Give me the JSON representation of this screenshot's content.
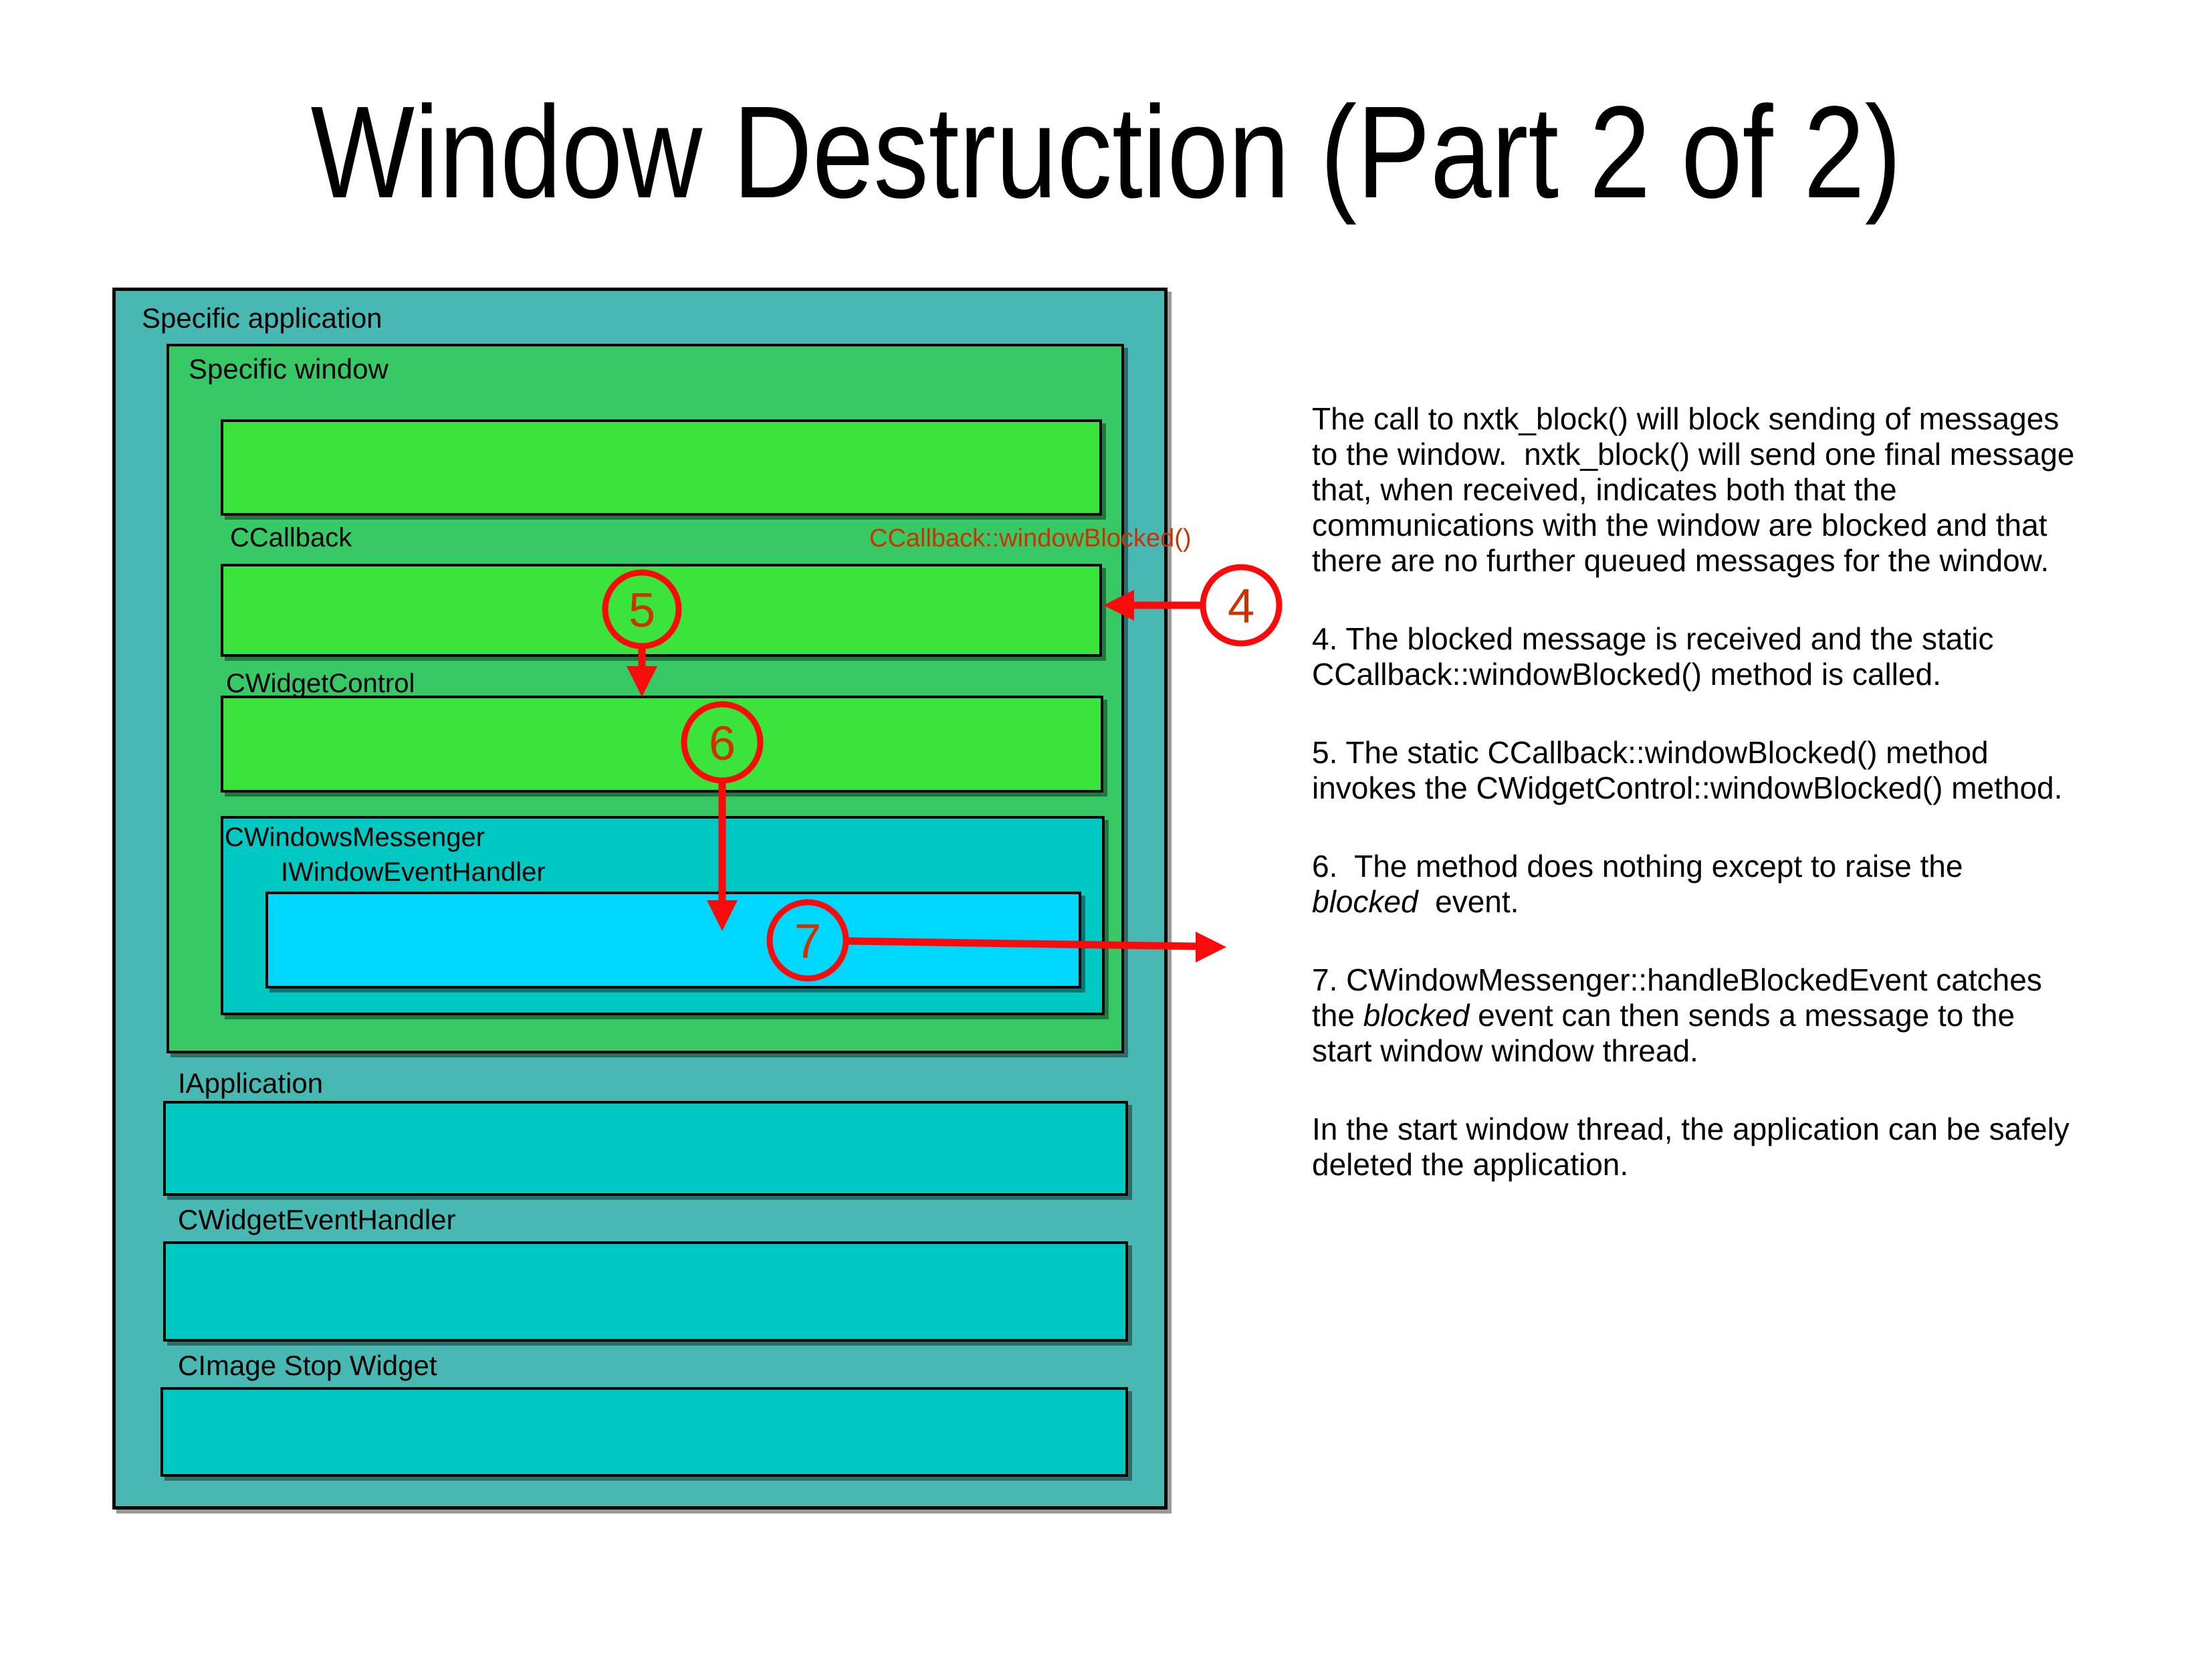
{
  "title": "Window Destruction (Part 2 of 2)",
  "colors": {
    "teal": "#47B8B2",
    "green": "#36C966",
    "green-bright": "#3BE43B",
    "cyan": "#00C9C4",
    "cyan-bright": "#00D7FF",
    "red": "#FA0A0A",
    "red-dark": "#CC3300"
  },
  "diagram": {
    "outer_label": "Specific application",
    "window_label": "Specific window",
    "ccallback_label": "CCallback",
    "ccallback_annotation": "CCallback::windowBlocked()",
    "cwidgetcontrol_label": "CWidgetControl",
    "cwindowsmessenger_label": "CWindowsMessenger",
    "iwindoweventhandler_label": "IWindowEventHandler",
    "iapplication_label": "IApplication",
    "cwidgeteventhandler_label": "CWidgetEventHandler",
    "cimage_label": "CImage Stop Widget",
    "callouts": {
      "c4": "4",
      "c5": "5",
      "c6": "6",
      "c7": "7"
    }
  },
  "notes": {
    "paragraphs": [
      {
        "lines": [
          [
            {
              "t": "The call to nxtk_block() will block sending of messages"
            }
          ],
          [
            {
              "t": "to the window.  nxtk_block() will send one final message"
            }
          ],
          [
            {
              "t": "that, when received, indicates both that the"
            }
          ],
          [
            {
              "t": "communications with the window are blocked and that"
            }
          ],
          [
            {
              "t": "there are no further queued messages for the window."
            }
          ]
        ]
      },
      {
        "lines": [
          [
            {
              "t": "4. The blocked message is received and the static"
            }
          ],
          [
            {
              "t": "CCallback::windowBlocked() method is called."
            }
          ]
        ]
      },
      {
        "lines": [
          [
            {
              "t": "5. The static CCallback::windowBlocked() method"
            }
          ],
          [
            {
              "t": "invokes the CWidgetControl::windowBlocked() method."
            }
          ]
        ]
      },
      {
        "lines": [
          [
            {
              "t": "6.  The method does nothing except to raise the"
            }
          ],
          [
            {
              "t": "blocked",
              "i": true
            },
            {
              "t": "  event."
            }
          ]
        ]
      },
      {
        "lines": [
          [
            {
              "t": "7. CWindowMessenger::handleBlockedEvent catches"
            }
          ],
          [
            {
              "t": "the "
            },
            {
              "t": "blocked",
              "i": true
            },
            {
              "t": " event can then sends a message to the"
            }
          ],
          [
            {
              "t": "start window window thread."
            }
          ]
        ]
      },
      {
        "lines": [
          [
            {
              "t": "In the start window thread, the application can be safely"
            }
          ],
          [
            {
              "t": "deleted the application."
            }
          ]
        ]
      }
    ]
  }
}
